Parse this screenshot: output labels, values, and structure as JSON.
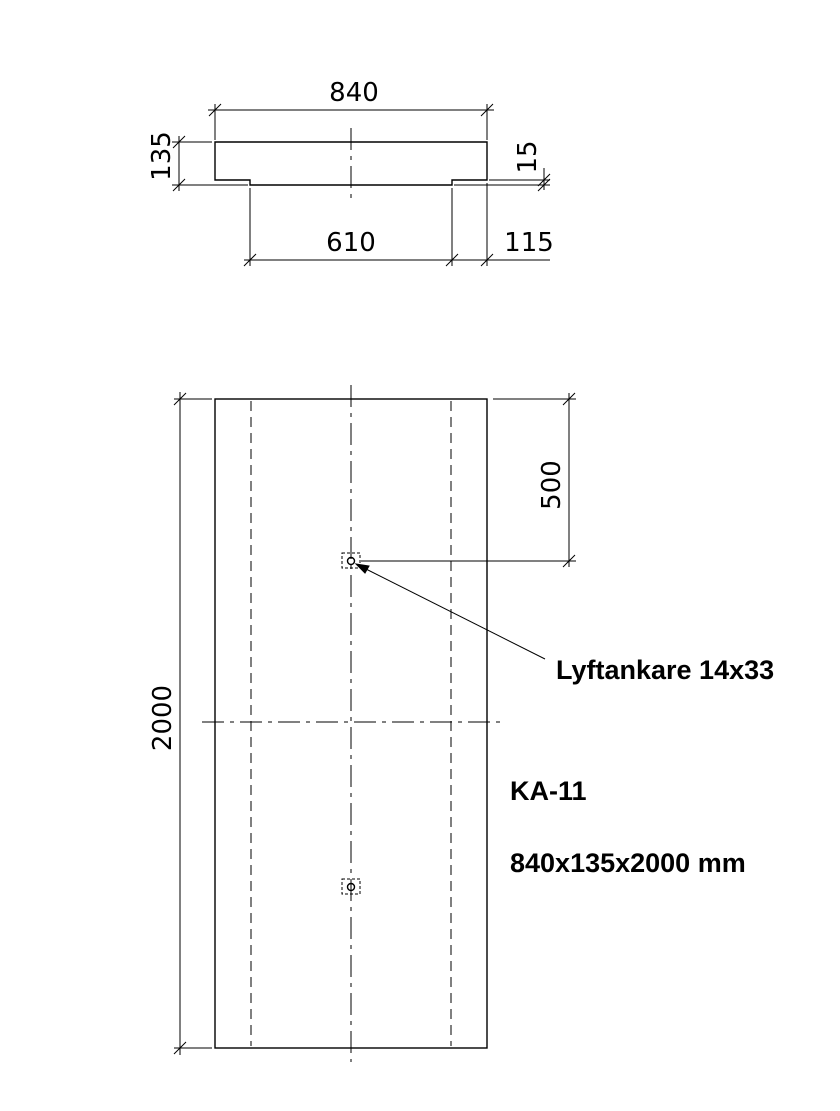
{
  "section": {
    "dims": {
      "width": "840",
      "height": "135",
      "rebate_depth": "15",
      "bottom_width": "610",
      "rebate_width": "115"
    }
  },
  "plan": {
    "dims": {
      "length": "2000",
      "anchor_offset": "500"
    },
    "anchor_label": "Lyftankare 14x33"
  },
  "title": {
    "code": "KA-11",
    "size": "840x135x2000 mm"
  }
}
